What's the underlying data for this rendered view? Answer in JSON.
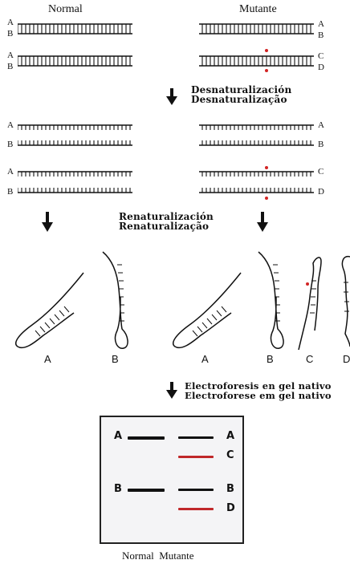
{
  "headers": {
    "normal": "Normal",
    "mutant": "Mutante"
  },
  "strand_labels": {
    "a": "A",
    "b": "B",
    "c": "C",
    "d": "D"
  },
  "steps": {
    "denaturation": [
      "Desnaturalización",
      "Desnaturalização"
    ],
    "renaturation": [
      "Renaturalización",
      "Renaturalização"
    ],
    "electrophoresis": [
      "Electroforesis en gel nativo",
      "Electroforese em gel nativo"
    ]
  },
  "conformer_labels": [
    "A",
    "B",
    "A",
    "B",
    "C",
    "D"
  ],
  "gel": {
    "normal_bands": [
      "A",
      "B"
    ],
    "mutant_bands": [
      "A",
      "C",
      "B",
      "D"
    ],
    "footer": "Normal  Mutante"
  },
  "colors": {
    "ink": "#111111",
    "mutation": "#d22424",
    "mutant_band": "#c0282a"
  }
}
